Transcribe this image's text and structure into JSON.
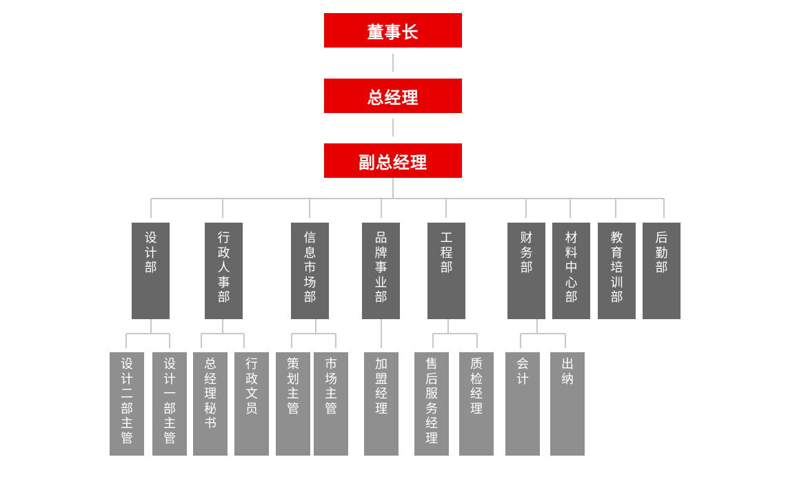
{
  "chairman": "董事长",
  "general_manager": "总经理",
  "deputy_general_manager": "副总经理",
  "departments": [
    {
      "name": "设计部",
      "subs": [
        "设计二部主管",
        "设计一部主管"
      ]
    },
    {
      "name": "行政人事部",
      "subs": [
        "总经理秘书",
        "行政文员"
      ]
    },
    {
      "name": "信息市场部",
      "subs": [
        "策划主管",
        "市场主管"
      ]
    },
    {
      "name": "品牌事业部",
      "subs": [
        "加盟经理"
      ]
    },
    {
      "name": "工程部",
      "subs": [
        "售后服务经理",
        "质检经理"
      ]
    },
    {
      "name": "财务部",
      "subs": [
        "会计",
        "出纳"
      ]
    },
    {
      "name": "材料中心部",
      "subs": []
    },
    {
      "name": "教育培训部",
      "subs": []
    },
    {
      "name": "后勤部",
      "subs": []
    }
  ],
  "colors": {
    "top_box": "#e60000",
    "department_box": "#676767",
    "sub_box": "#8f8f8f",
    "connector": "#c8c8c8"
  }
}
